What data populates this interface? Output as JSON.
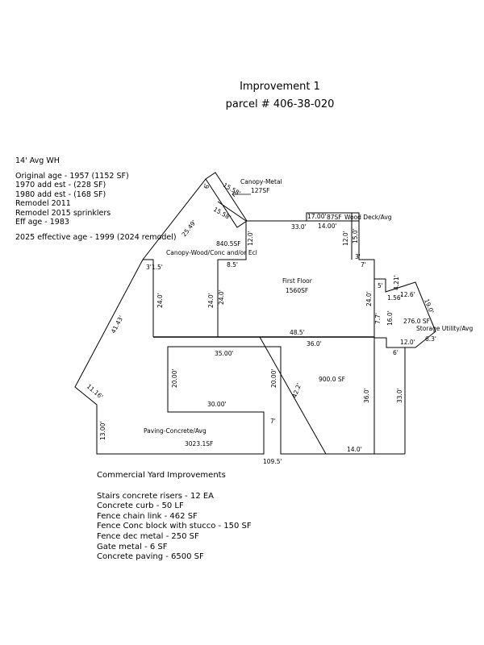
{
  "header": {
    "title": "Improvement 1",
    "parcel": "parcel # 406-38-020"
  },
  "notes": {
    "wall_height": "14' Avg WH",
    "lines_a": [
      "Original age - 1957 (1152 SF)",
      "1970 add est - (228 SF)",
      "1980 add est - (168 SF)",
      "Remodel 2011",
      "Remodel 2015 sprinklers",
      "Eff age - 1983"
    ],
    "effective_age": "2025 effective age - 1999 (2024 remodel)"
  },
  "sketch": {
    "areas": {
      "canopy_metal": "Canopy-Metal",
      "canopy_metal_sf": "127SF",
      "canopy_wood": "Canopy-Wood/Conc and/or Ecl",
      "canopy_wood_sf": "840.5SF",
      "first_floor": "First Floor",
      "first_floor_sf": "1560SF",
      "wood_deck": "Wood Deck/Avg",
      "wood_deck_sf": "87SF",
      "storage": "Storage Utility/Avg",
      "storage_sf": "276.0 SF",
      "yard_area_sf": "900.0 SF",
      "paving": "Paving-Concrete/Avg",
      "paving_sf": "3023.1SF"
    },
    "dims": {
      "d_6": "6'",
      "d_1558a": "15.58'",
      "d_1558b": "15.58'",
      "d_2549": "25.49'",
      "d_330": "33.0'",
      "d_1700": "17.00'",
      "d_1400a": "14.00'",
      "d_1200a": "12.0'",
      "d_1200b": "12.0'",
      "d_1500": "15.0'",
      "d_3": "3'",
      "d_7a": "7'",
      "d_315": "3'1.5'",
      "d_85": "8.5'",
      "d_2400a": "24.0'",
      "d_2400b": "24.0'",
      "d_2400c": "24.0'",
      "d_2400d": "24.0'",
      "d_485": "48.5'",
      "d_4143": "41.43'",
      "d_5": "5'",
      "d_421": "4.21'",
      "d_156": "1.56'",
      "d_126": "12.6'",
      "d_190": "19.0'",
      "d_77": "7.7'",
      "d_160": "16.0'",
      "d_120": "12.0'",
      "d_63": "6.3'",
      "d_6b": "6'",
      "d_3500": "35.00'",
      "d_3600a": "36.0'",
      "d_2000a": "20.00'",
      "d_2000b": "20.00'",
      "d_3000": "30.00'",
      "d_422": "42.2'",
      "d_3600b": "36.0'",
      "d_3300": "33.0'",
      "d_1116": "11.16'",
      "d_1300": "13.00'",
      "d_7b": "7'",
      "d_1400b": "14.0'",
      "d_1095": "109.5'"
    }
  },
  "yard": {
    "heading": "Commercial Yard Improvements",
    "items": [
      "Stairs concrete risers - 12 EA",
      "Concrete curb - 50 LF",
      "Fence chain link - 462 SF",
      "Fence Conc block with stucco - 150 SF",
      "Fence dec metal - 250 SF",
      "Gate metal - 6 SF",
      "Concrete paving - 6500 SF"
    ]
  }
}
